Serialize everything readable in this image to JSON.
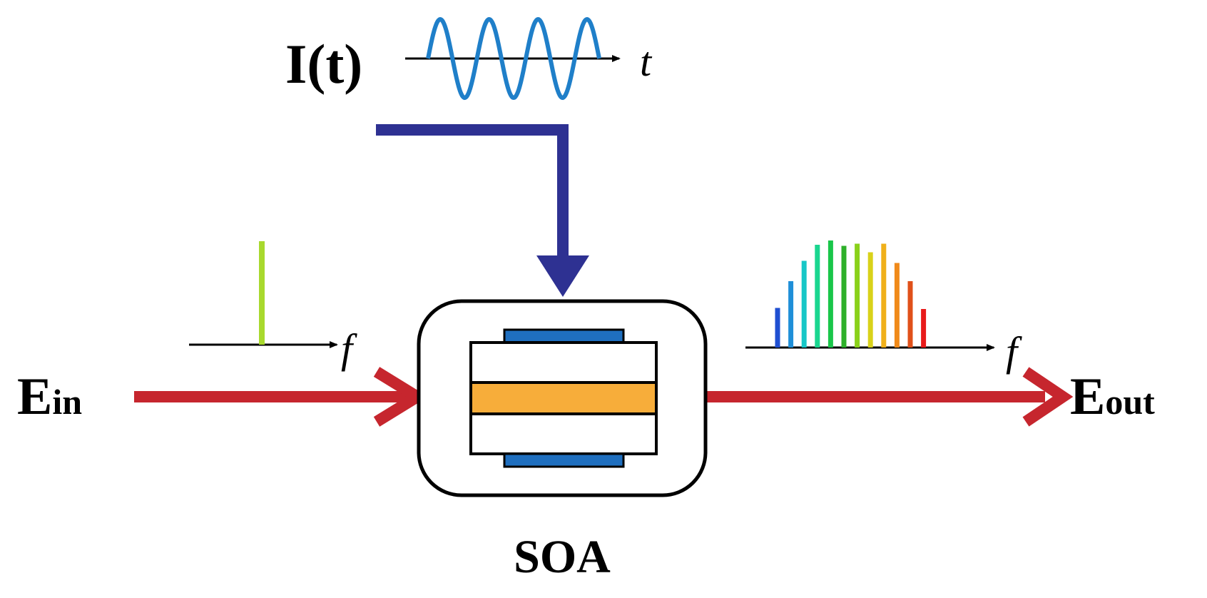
{
  "labels": {
    "current": "I(t)",
    "time_axis": "t",
    "input_freq_axis": "f",
    "output_freq_axis": "f",
    "input_field_main": "E",
    "input_field_sub": "in",
    "output_field_main": "E",
    "output_field_sub": "out",
    "device": "SOA"
  },
  "colors": {
    "optical_signal": "#c6262e",
    "drive_current": "#2e3192",
    "sine_wave": "#1f7fc9",
    "contact_layer": "#1f6fbf",
    "active_layer": "#f7ad3a",
    "input_line": "#a8d92e"
  },
  "spectrum": {
    "input_lines": [
      1
    ],
    "output_lines": [
      0.37,
      0.62,
      0.81,
      0.96,
      1.0,
      0.95,
      0.97,
      0.89,
      0.97,
      0.79,
      0.62,
      0.36
    ],
    "output_colors": [
      "#1f4fd1",
      "#1f8fd8",
      "#17c7c7",
      "#1ad68f",
      "#19c64a",
      "#2eb02a",
      "#8ad11a",
      "#d9d21a",
      "#f0b01a",
      "#f08a1a",
      "#e0501a",
      "#e81a1a"
    ]
  }
}
